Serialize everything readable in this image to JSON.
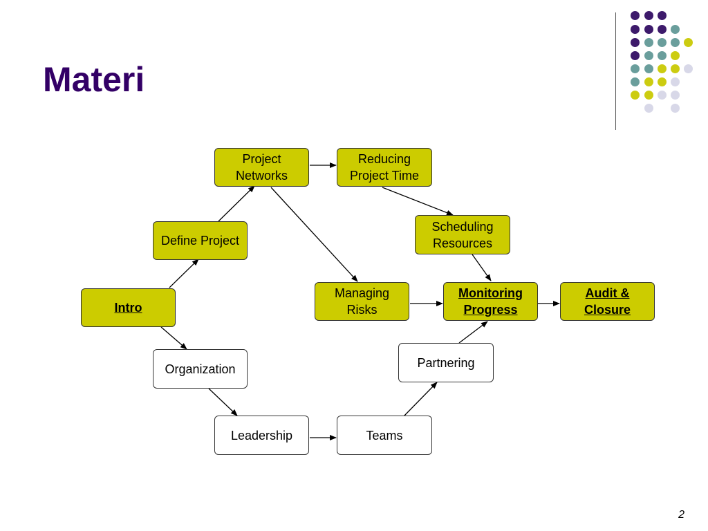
{
  "slide": {
    "title": "Materi",
    "page_number": "2"
  },
  "colors": {
    "title": "#330066",
    "node_fill": "#cccc00",
    "node_plain": "#ffffff",
    "dot_purple": "#3d1a6b",
    "dot_teal": "#6a9e9c",
    "dot_yellow": "#cccc11",
    "dot_lavender": "#d8d8e8"
  },
  "nodes": {
    "intro": "Intro",
    "define_project": "Define Project",
    "project_networks": "Project\nNetworks",
    "reducing_project_time": "Reducing\nProject Time",
    "scheduling_resources": "Scheduling\nResources",
    "managing_risks": "Managing\nRisks",
    "monitoring_progress": "Monitoring\nProgress",
    "audit_closure": "Audit &\nClosure",
    "organization": "Organization",
    "leadership": "Leadership",
    "teams": "Teams",
    "partnering": "Partnering"
  }
}
